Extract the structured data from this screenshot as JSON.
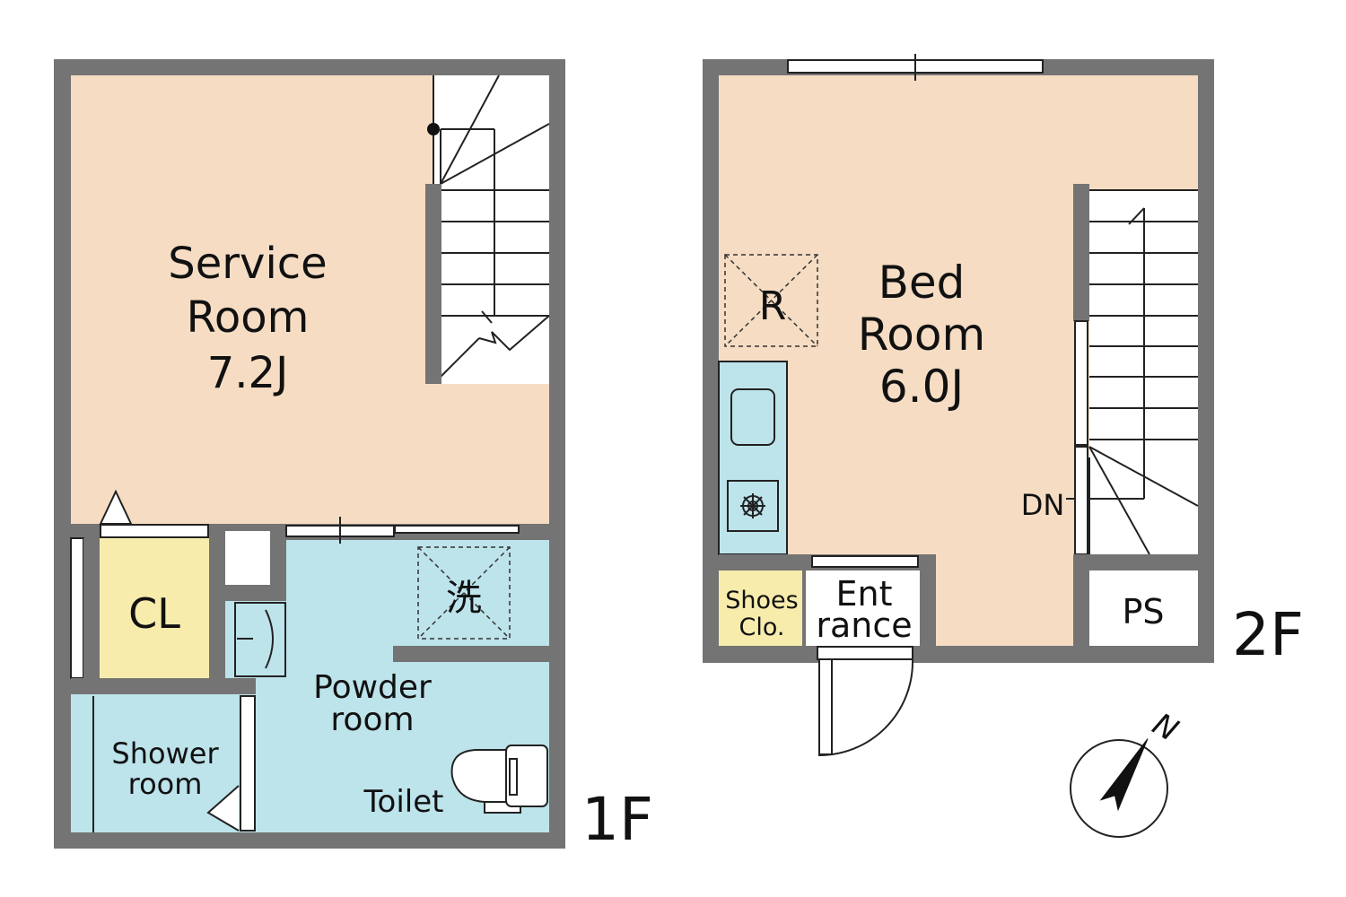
{
  "colors": {
    "wall": "#747474",
    "room_beige": "#f5dcc3",
    "room_blue": "#bde3eb",
    "closet_yellow": "#f8ecad",
    "white": "#ffffff",
    "line": "#222222"
  },
  "floors": {
    "first": {
      "label": "1F",
      "rooms": {
        "service": {
          "name_line1": "Service",
          "name_line2": "Room",
          "size": "7.2J"
        },
        "closet": {
          "name": "CL"
        },
        "washer": {
          "name": "洗"
        },
        "powder": {
          "name_line1": "Powder",
          "name_line2": "room"
        },
        "shower": {
          "name_line1": "Shower",
          "name_line2": "room"
        },
        "toilet": {
          "name": "Toilet"
        }
      }
    },
    "second": {
      "label": "2F",
      "rooms": {
        "bed": {
          "name_line1": "Bed",
          "name_line2": "Room",
          "size": "6.0J"
        },
        "fridge": {
          "name": "R"
        },
        "shoes": {
          "name_line1": "Shoes",
          "name_line2": "Clo."
        },
        "entrance": {
          "name_line1": "Ent",
          "name_line2": "rance"
        },
        "ps": {
          "name": "PS"
        }
      },
      "stairs_label": "DN"
    }
  },
  "compass": {
    "north_label": "N",
    "north_bearing_deg": 30
  }
}
